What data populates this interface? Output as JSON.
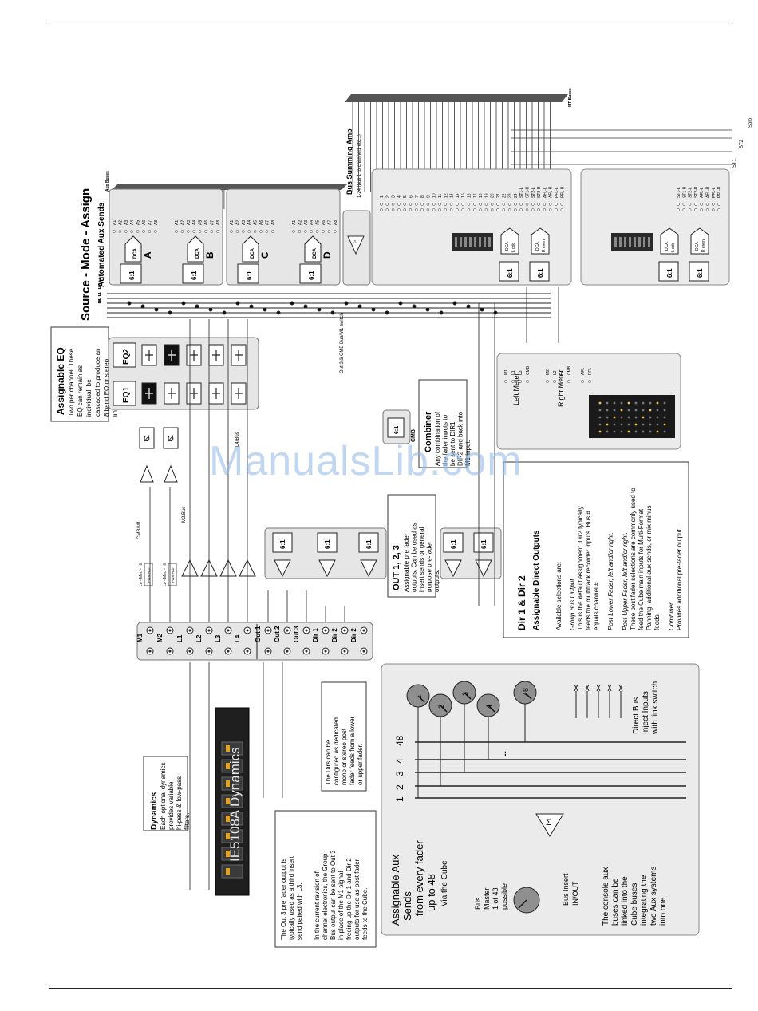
{
  "title": "Source - Mode - Assign",
  "subtitle": "Automated Aux Sends",
  "aux_buses_label": "Aux Buses",
  "aux_numbers": [
    "A1",
    "A2",
    "A3",
    "A4",
    "A5",
    "A6",
    "A7",
    "A8"
  ],
  "dca_blocks": [
    {
      "letter": "A",
      "dca": "DCA",
      "mux": "6:1"
    },
    {
      "letter": "B",
      "dca": "DCA",
      "mux": "6:1"
    },
    {
      "letter": "C",
      "dca": "DCA",
      "mux": "6:1"
    },
    {
      "letter": "D",
      "dca": "DCA",
      "mux": "6:1"
    }
  ],
  "bus_summing": {
    "title": "Bus Summing Amp",
    "sub": "1-24 (bus 1 to channel1 etc...)"
  },
  "mt_buses": "MT Buses",
  "st_labels": [
    "ST1",
    "ST2",
    "Solo"
  ],
  "bus_numbers": [
    "1",
    "2",
    "3",
    "4",
    "5",
    "6",
    "7",
    "8",
    "9",
    "10",
    "11",
    "12",
    "13",
    "14",
    "15",
    "16",
    "17",
    "18",
    "19",
    "20",
    "21",
    "22",
    "23",
    "24"
  ],
  "st_bus_labels": [
    "ST1-L",
    "ST1-R",
    "ST2-L",
    "ST2-R",
    "AFL-L",
    "AFL-R",
    "PFL-L",
    "PFL-R"
  ],
  "dca_lr": [
    {
      "dca": "DCA",
      "side": "L odd"
    },
    {
      "dca": "DCA",
      "side": "R even"
    }
  ],
  "mux_6_1": "6:1",
  "left_right_meter": {
    "left": "Left Meter",
    "right": "Right Meter"
  },
  "meter_src_labels": [
    "M1",
    "L1",
    "L3",
    "CMB",
    "M2",
    "L2",
    "L4",
    "CMB",
    "AFL",
    "PFL"
  ],
  "eq_box": {
    "title": "Assignable EQ",
    "body": "Two per channel. These EQ can remain as individual, be cascaded to produce an 8 band EQ or stereo linked.",
    "eq1": "EQ1",
    "eq2": "EQ2"
  },
  "combiner": {
    "title": "Combiner",
    "body": "Any combination of the fader inputs to be sent to DIR1, DIR2 and back into M1 input.",
    "label": "CMB",
    "mux": "6:1"
  },
  "out_cmb_switch": "Out 3 & CMB Bus/M1 switch",
  "l4_bus": "L4/Bus",
  "cmb_m1": "CMB/M1",
  "m2_bus": "M2/Bus",
  "lmh": [
    "Lo - Med - Hi",
    "Lo - Med - Hi"
  ],
  "pwr_pad": "PWR PAD",
  "outputs_box": {
    "title": "OUT 1, 2, 3",
    "body": "Assignable pre fader outputs. Can be used as insert sends or general purpose pre-fader outputs."
  },
  "dir_box": {
    "title": "Dir 1 & Dir 2",
    "subtitle": "Assignable Direct Outputs",
    "intro": "Available selections are:",
    "items": [
      {
        "head": "Group Bus Output",
        "text": "This is the default assignment. Dir2 typically feeds the multitrack recorder inputs. Bus # equals channel #."
      },
      {
        "head": "Post Lower Fader, left and/or right.",
        "text": ""
      },
      {
        "head": "Post Upper Fader, left and/or right.",
        "text": "These post fader selections are commonly used to feed the Cube main inputs for Multi-Format Panning, additional aux sends, or mix minus feeds."
      },
      {
        "head": "Combiner",
        "text": "Provides additional pre-fader output."
      }
    ]
  },
  "io_labels": [
    "M1",
    "M2",
    "L1",
    "L2",
    "L3",
    "L4",
    "Out 1",
    "Out 2",
    "Out 3",
    "Dir 1",
    "Dir 2",
    "Dir 2"
  ],
  "dirs_note": "The Dirs can be configured as dedicated mono or stereo post fader feeds from a lower or upper fader.",
  "dynamics": {
    "title": "Dynamics",
    "body": "Each optional dynamics provides variable hi-pass & low-pass filters.",
    "unit_label": "IE5108A Dynamics"
  },
  "out3_note": "The Out 3 pre fader output is typically used as a third insert send paired with L3.",
  "revision_note": "In the current revision of channel electronics, the Group Bus output can be sent to Out 3 in place of the M1 signal freeing up the Dir 1 and Dir 2 outputs for use as post fader feeds to the Cube.",
  "aux_panel": {
    "title_lines": [
      "Assignable Aux",
      "Sends",
      "from every fader",
      "up to 48",
      "Via the Cube"
    ],
    "knob_labels": [
      "1",
      "2",
      "3",
      "4",
      "48"
    ],
    "bus_rows": [
      "1",
      "2",
      "3",
      "4",
      "48"
    ],
    "bus_master": [
      "Bus",
      "Master",
      "1 of 48",
      "possible"
    ],
    "bus_insert": [
      "Bus Insert",
      "IN/OUT"
    ],
    "direct_bus": [
      "Direct Bus",
      "Inject Inputs",
      "with link switch"
    ],
    "note": "The console aux buses can be linked into the Cube buses integrating the two Aux systems into one",
    "sum_symbol": "Σ",
    "dash": "--"
  },
  "watermark": "ManualsLib.com"
}
